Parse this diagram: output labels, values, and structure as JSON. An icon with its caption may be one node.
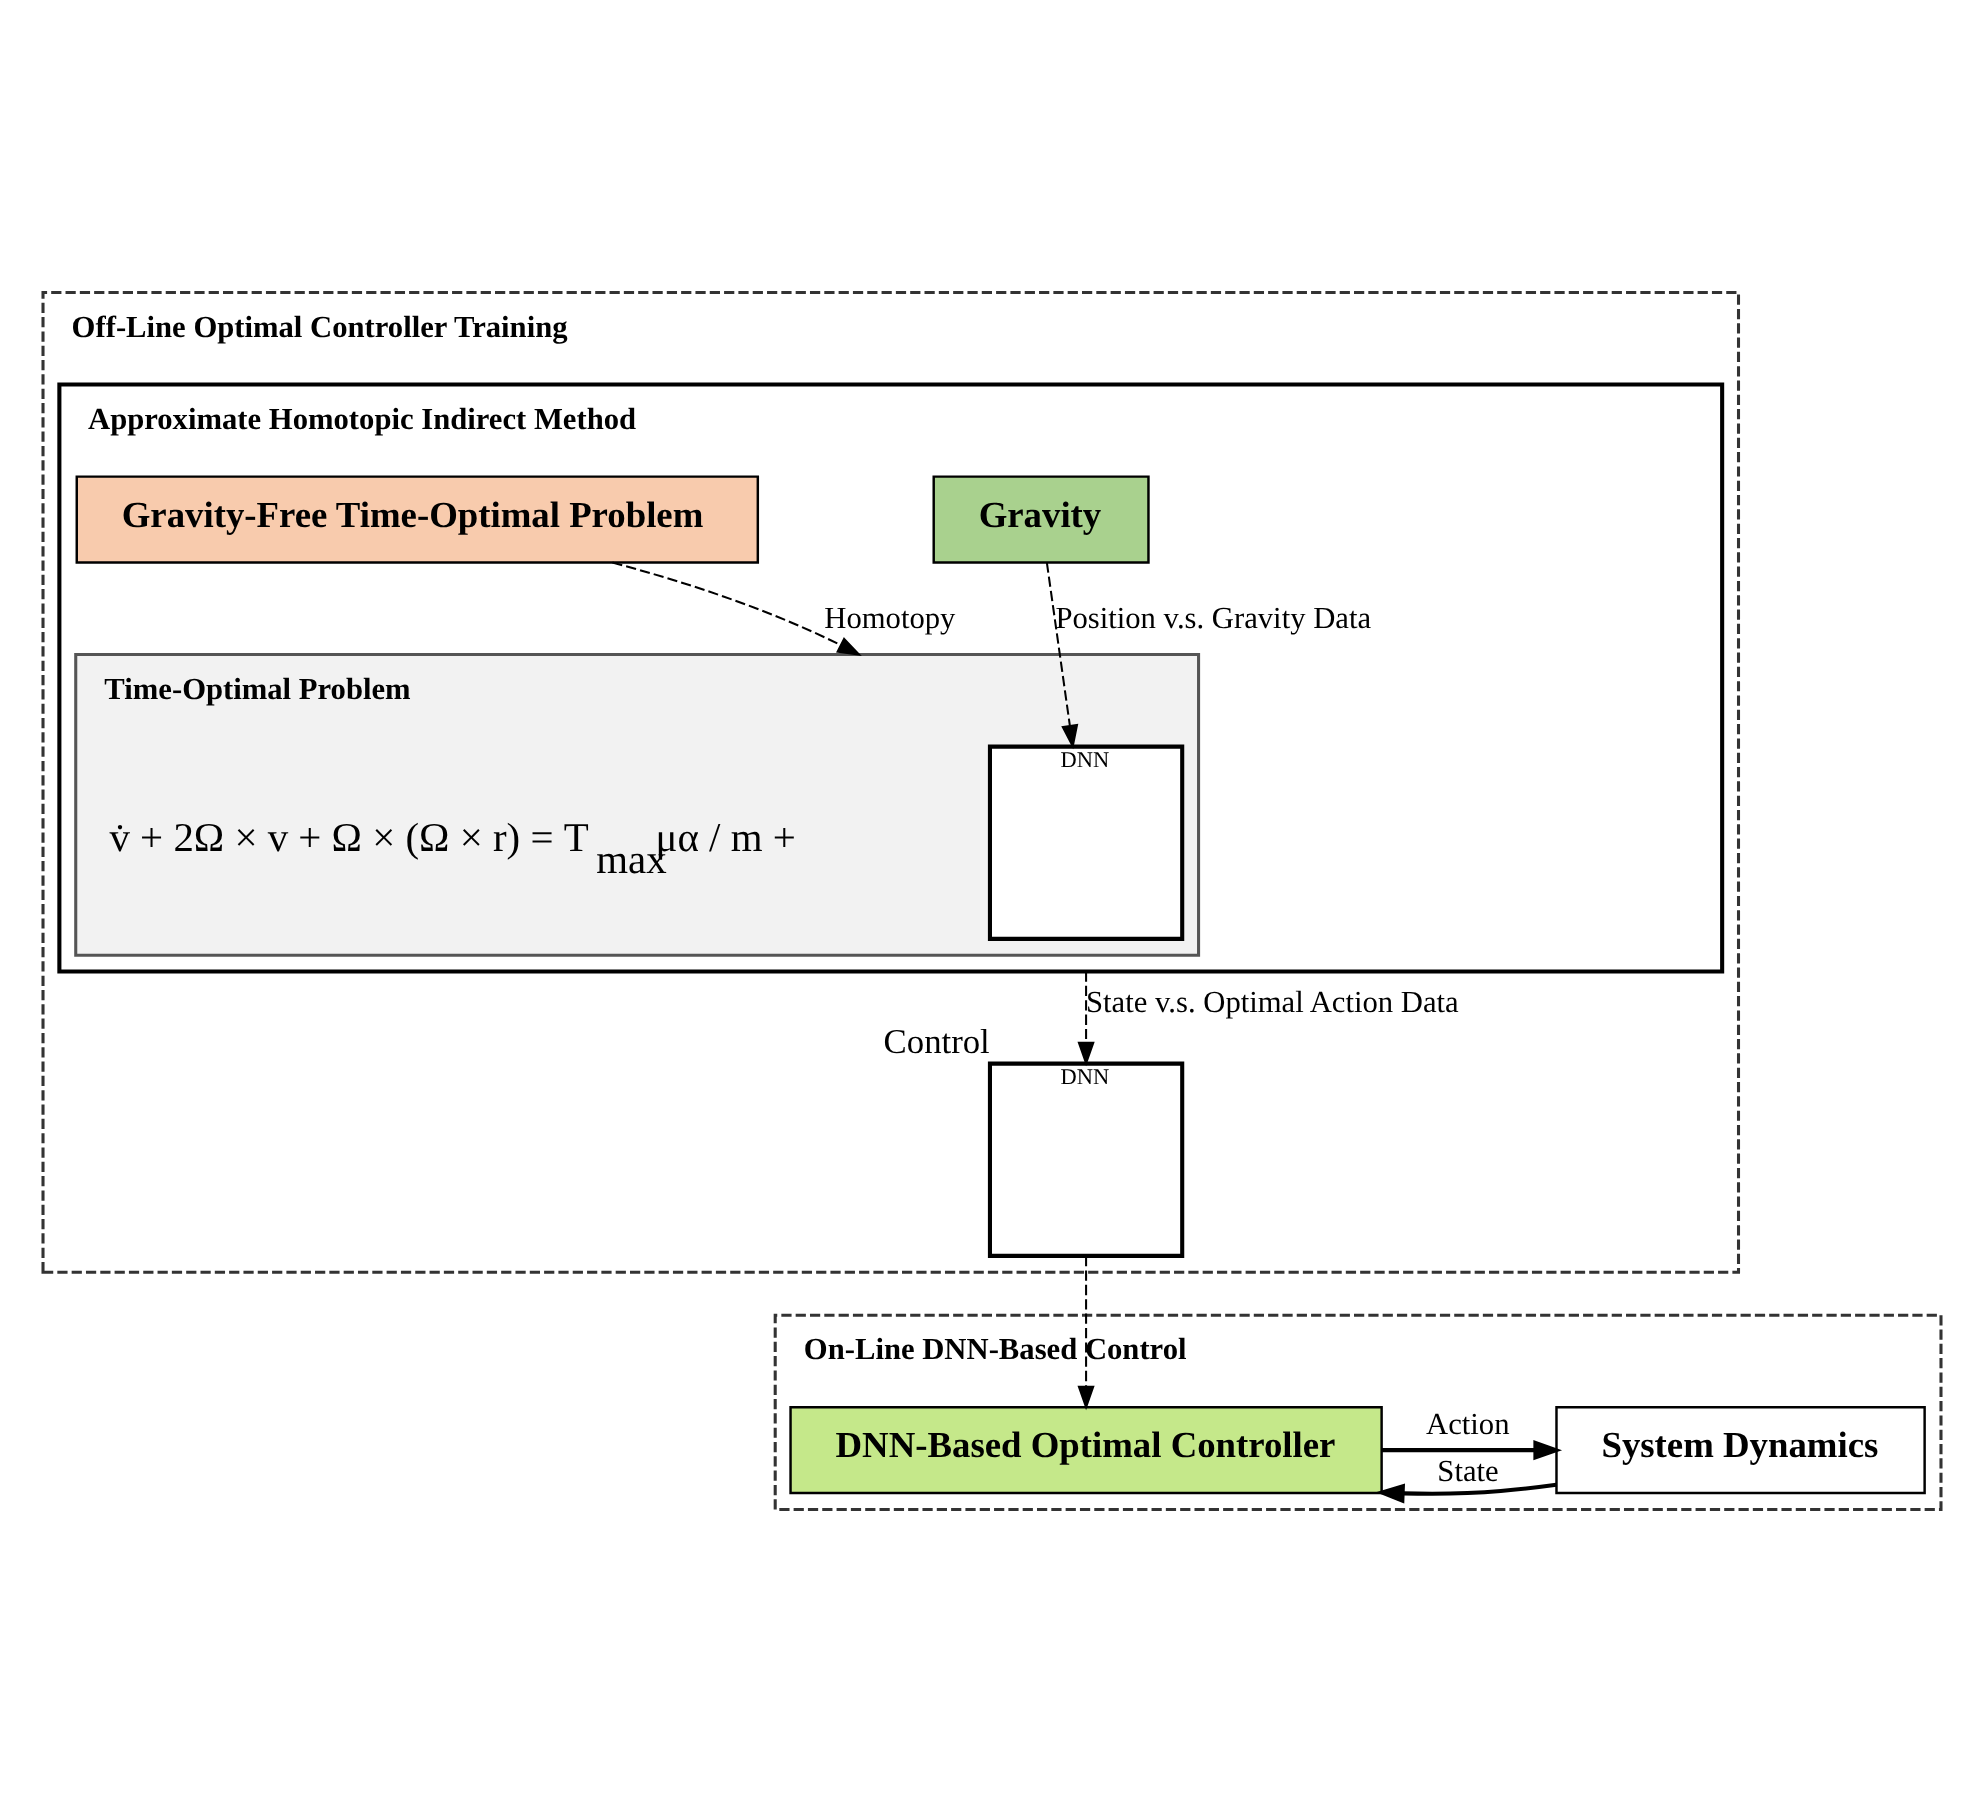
{
  "diagram": {
    "nodes": [
      {
        "text": [
          "Off-Line Optimal Controller Training"
        ]
      },
      {
        "text": [
          "Approximate Homotopic Indirect Method"
        ],
        "in": 0
      },
      {
        "text": [
          "Gravity-Free Time-Optimal Problem"
        ],
        "in": 1
      },
      {
        "text": [
          "Gravity"
        ],
        "in": 1
      },
      {
        "text": [
          "Time-Optimal Problem",
          "v̇ + 2Ω × v + Ω × (Ω × r) = T$_{max}$μα / m +"
        ],
        "in": 1
      },
      {
        "text": [
          "DNN"
        ],
        "in": 4
      },
      {
        "text": [
          "DNN"
        ],
        "in": 0,
        "beside": [
          "Control"
        ]
      },
      {
        "text": [
          "On-Line DNN-Based Control"
        ]
      },
      {
        "text": [
          "DNN-Based Optimal Controller"
        ],
        "in": 7
      },
      {
        "text": [
          "System Dynamics"
        ],
        "in": 7
      }
    ],
    "edges": [
      {
        "from": 2,
        "to": 4,
        "arrow": "to",
        "label": "Homotopy",
        "style": "dashed"
      },
      {
        "from": 3,
        "to": 5,
        "arrow": "to",
        "label": "Position v.s. Gravity Data",
        "style": "dashed"
      },
      {
        "from": 1,
        "to": 6,
        "arrow": "to",
        "label": "State v.s. Optimal Action Data",
        "style": "dashed"
      },
      {
        "from": 6,
        "to": 8,
        "arrow": "to",
        "style": "dashed"
      },
      {
        "from": 8,
        "to": 9,
        "arrow": "to",
        "label": "Action"
      },
      {
        "from": 9,
        "to": 8,
        "arrow": "to",
        "label": "State"
      }
    ]
  }
}
